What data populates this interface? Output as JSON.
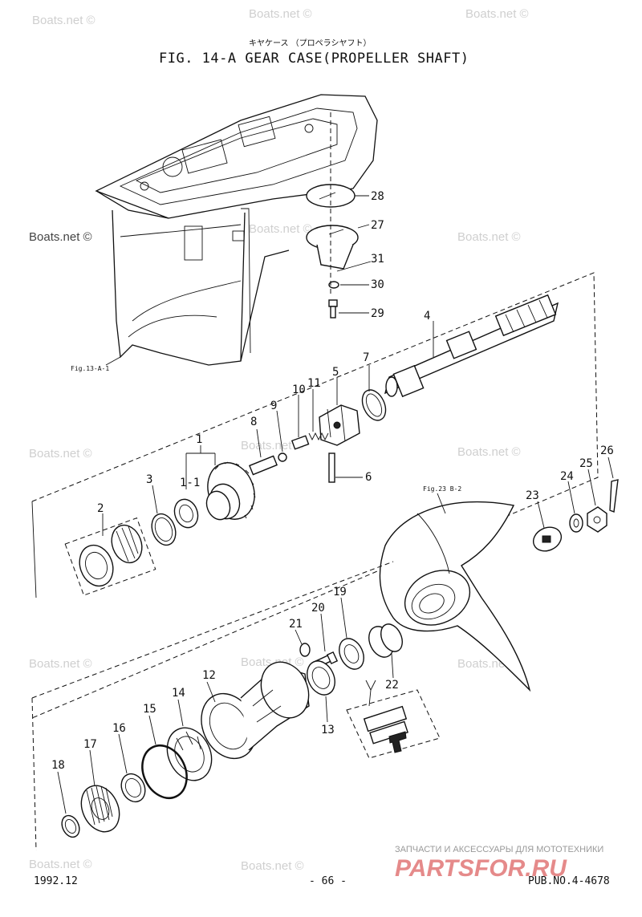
{
  "header": {
    "subtitle_jp": "キヤケース （プロペラシヤフト）",
    "title": "FIG. 14-A GEAR CASE(PROPELLER SHAFT)"
  },
  "watermarks": {
    "text": "Boats.net ©"
  },
  "references": {
    "fig13": "Fig.13-A-1",
    "fig23": "Fig.23 B-2"
  },
  "parts": {
    "p1": "1",
    "p1_1": "1-1",
    "p2": "2",
    "p3": "3",
    "p4": "4",
    "p5": "5",
    "p6": "6",
    "p7": "7",
    "p8": "8",
    "p9": "9",
    "p10": "10",
    "p11": "11",
    "p12": "12",
    "p13": "13",
    "p14": "14",
    "p15": "15",
    "p16": "16",
    "p17": "17",
    "p18": "18",
    "p19": "19",
    "p20": "20",
    "p21": "21",
    "p22": "22",
    "p23": "23",
    "p24": "24",
    "p25": "25",
    "p26": "26",
    "p27": "27",
    "p28": "28",
    "p29": "29",
    "p30": "30",
    "p31": "31"
  },
  "footer": {
    "date": "1992.12",
    "page": "- 66 -",
    "pub": "PUB.NO.4-4678",
    "brand_top": "ЗАПЧАСТИ И АКСЕССУАРЫ ДЛЯ МОТОТЕХНИКИ",
    "brand": "PARTSFOR.RU"
  }
}
